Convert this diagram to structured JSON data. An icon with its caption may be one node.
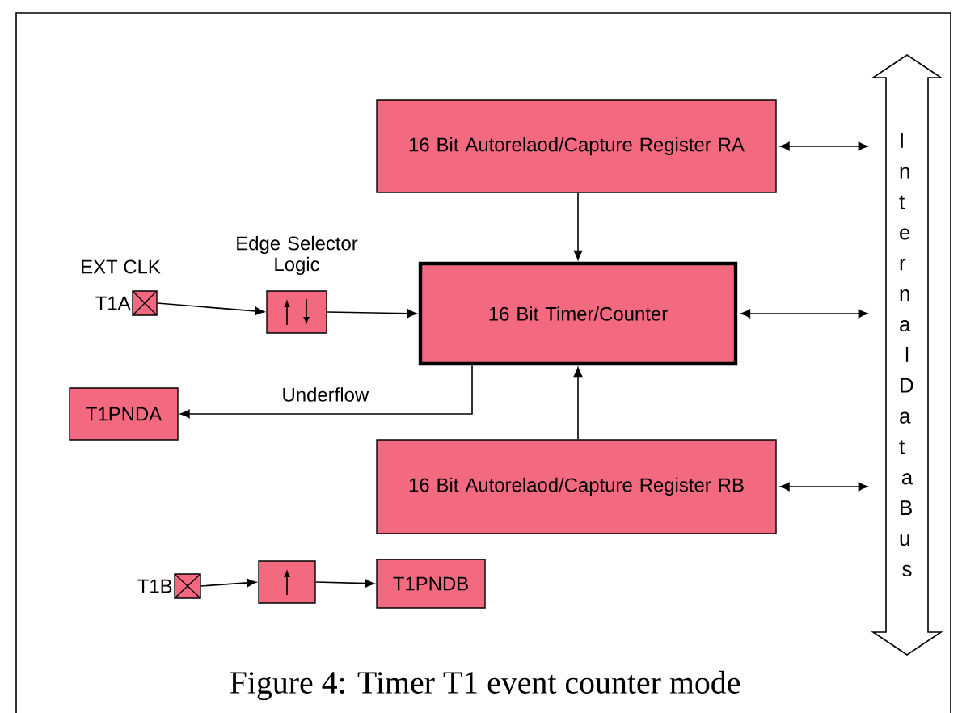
{
  "diagram": {
    "caption": "Figure 4: Timer T1 event counter mode",
    "nodes": [
      {
        "text": [
          "16 Bit Autorelaod/Capture Register RA"
        ]
      },
      {
        "text": [
          "16 Bit Timer/Counter"
        ]
      },
      {
        "text": [
          "16 Bit Autorelaod/Capture Register RB"
        ]
      },
      {
        "text": [
          "Internal Data Bus"
        ]
      },
      {
        "text": [
          "Edge Selector Logic"
        ]
      },
      {
        "text": [
          "EXT CLK",
          "T1A"
        ]
      },
      {
        "text": [
          "T1PNDA"
        ]
      },
      {
        "text": [
          "T1B"
        ]
      },
      {
        "text": [],
        "shape": "box"
      },
      {
        "text": [
          "T1PNDB"
        ]
      }
    ],
    "edges": [
      {
        "from": 5,
        "to": 4,
        "arrow": "to"
      },
      {
        "from": 4,
        "to": 1,
        "arrow": "to"
      },
      {
        "from": 0,
        "to": 1,
        "arrow": "to"
      },
      {
        "from": 2,
        "to": 1,
        "arrow": "to"
      },
      {
        "from": 1,
        "to": 3,
        "arrow": "both"
      },
      {
        "from": 0,
        "to": 3,
        "arrow": "both"
      },
      {
        "from": 2,
        "to": 3,
        "arrow": "both"
      },
      {
        "from": 1,
        "to": 6,
        "arrow": "to",
        "label": "Underflow"
      },
      {
        "from": 7,
        "to": 8,
        "arrow": "to"
      },
      {
        "from": 8,
        "to": 9,
        "arrow": "to"
      }
    ]
  }
}
